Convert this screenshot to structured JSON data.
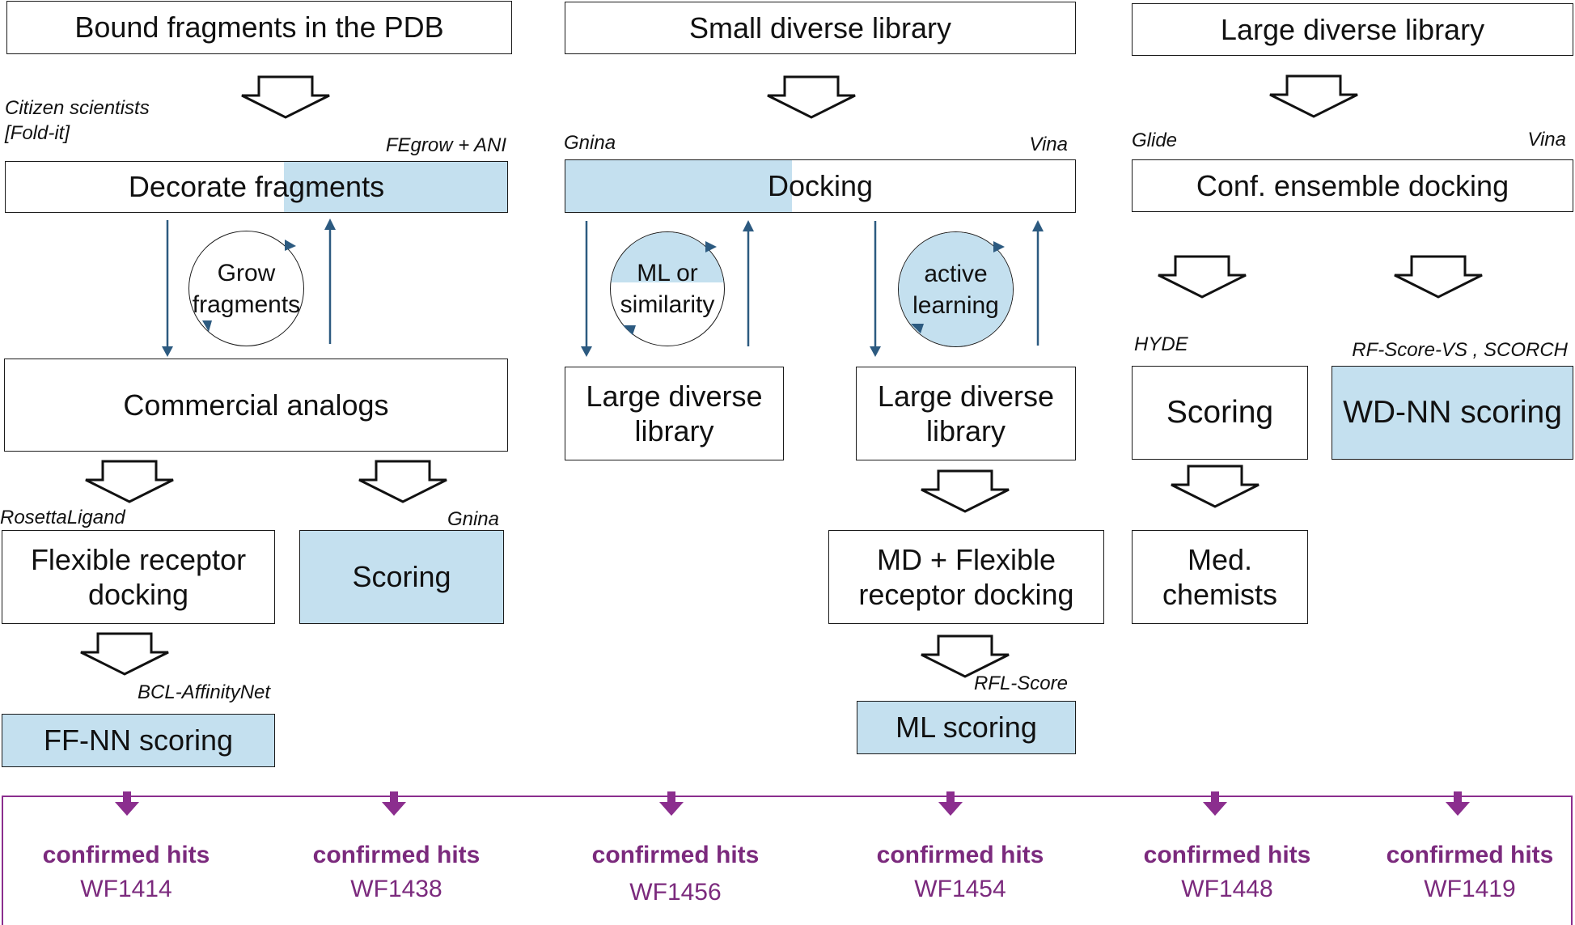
{
  "col1": {
    "header": "Bound fragments in the PDB",
    "label_left": "Citizen scientists\n[Fold-it]",
    "label_right": "FEgrow + ANI",
    "decorate": "Decorate fragments",
    "cycle": "Grow\nfragments",
    "analogs": "Commercial analogs",
    "label_rosetta": "RosettaLigand",
    "flex_dock": "Flexible receptor\ndocking",
    "label_gnina": "Gnina",
    "scoring": "Scoring",
    "label_bcl": "BCL-AffinityNet",
    "ffnn": "FF-NN scoring"
  },
  "col2": {
    "header": "Small diverse library",
    "label_left": "Gnina",
    "label_right": "Vina",
    "docking": "Docking",
    "cycle_left": "ML or\nsimilarity",
    "cycle_right": "active\nlearning",
    "lib_left": "Large diverse\nlibrary",
    "lib_right": "Large diverse\nlibrary",
    "md": "MD + Flexible\nreceptor docking",
    "label_rfl": "RFL-Score",
    "ml_scoring": "ML scoring"
  },
  "col3": {
    "header": "Large diverse library",
    "label_left": "Glide",
    "label_right": "Vina",
    "conf": "Conf. ensemble docking",
    "label_hyde": "HYDE",
    "scoring": "Scoring",
    "label_rf": "RF-Score-VS , SCORCH",
    "wdnn": "WD-NN scoring",
    "med": "Med.\nchemists"
  },
  "hits": [
    {
      "title": "confirmed hits",
      "id": "WF1414"
    },
    {
      "title": "confirmed hits",
      "id": "WF1438"
    },
    {
      "title": "confirmed hits",
      "id": "WF1456"
    },
    {
      "title": "confirmed hits",
      "id": "WF1454"
    },
    {
      "title": "confirmed hits",
      "id": "WF1448"
    },
    {
      "title": "confirmed hits",
      "id": "WF1419"
    }
  ],
  "colors": {
    "highlight": "#c4e0ef",
    "arrow_blue": "#2c5a80",
    "hits_purple": "#8b2e8e"
  }
}
